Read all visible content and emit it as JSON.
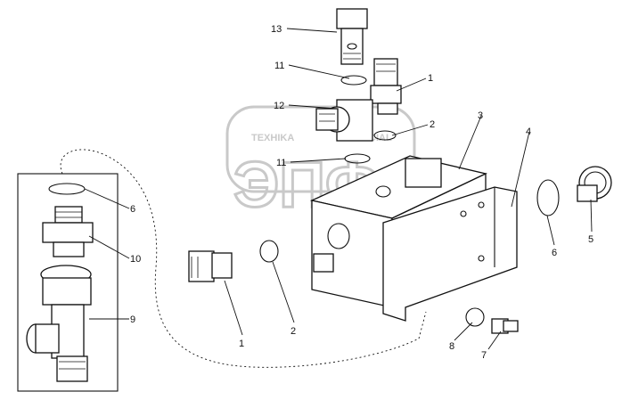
{
  "watermark": {
    "top": "TEXHIKA",
    "bottom": "SPECIAL",
    "main": "ЭПФ"
  },
  "callouts": [
    {
      "id": "13",
      "text": "13"
    },
    {
      "id": "11a",
      "text": "11"
    },
    {
      "id": "1a",
      "text": "1"
    },
    {
      "id": "12",
      "text": "12"
    },
    {
      "id": "2a",
      "text": "2"
    },
    {
      "id": "3",
      "text": "3"
    },
    {
      "id": "4",
      "text": "4"
    },
    {
      "id": "11b",
      "text": "11"
    },
    {
      "id": "6a",
      "text": "6"
    },
    {
      "id": "10",
      "text": "10"
    },
    {
      "id": "9",
      "text": "9"
    },
    {
      "id": "1b",
      "text": "1"
    },
    {
      "id": "2b",
      "text": "2"
    },
    {
      "id": "6b",
      "text": "6"
    },
    {
      "id": "5",
      "text": "5"
    },
    {
      "id": "8",
      "text": "8"
    },
    {
      "id": "7",
      "text": "7"
    }
  ]
}
